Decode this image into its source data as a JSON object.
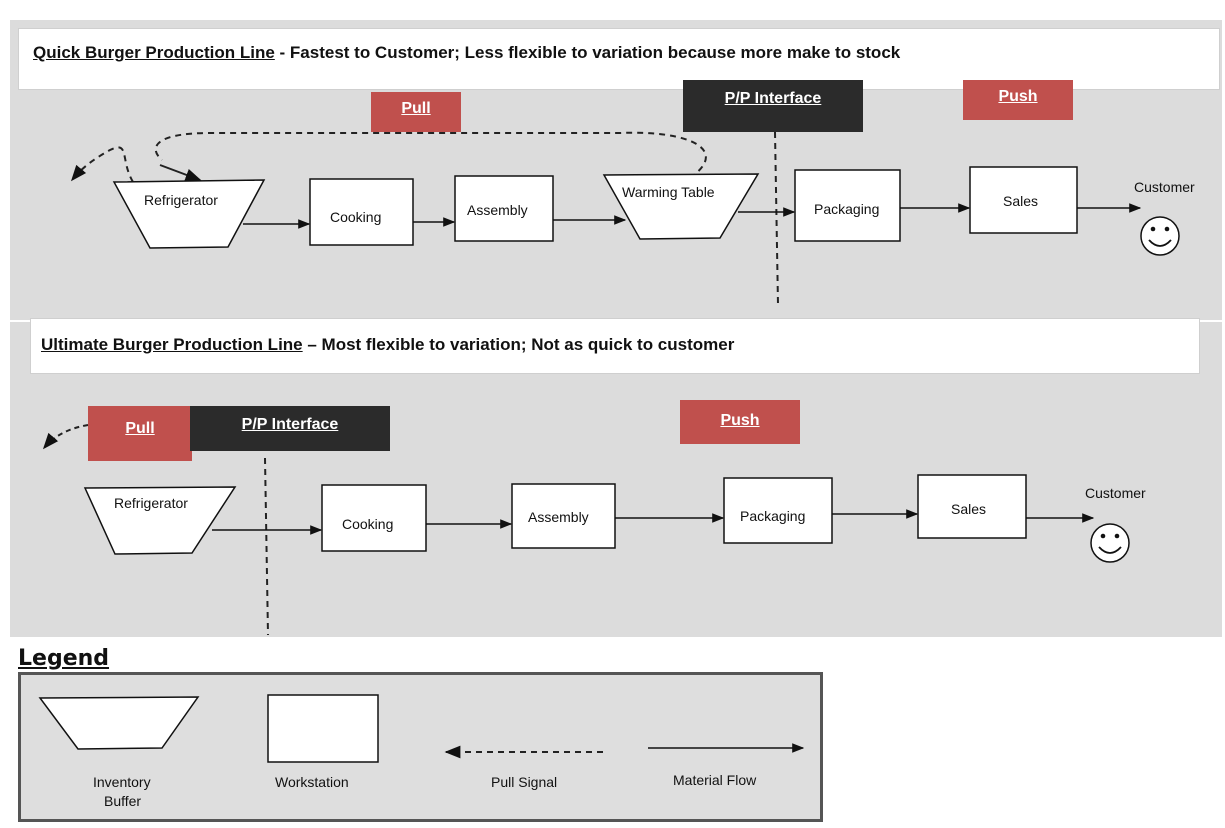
{
  "quick": {
    "title_main": "Quick Burger Production Line",
    "title_rest": " - Fastest to Customer; Less flexible to variation because more make to stock",
    "pull_label": "Pull",
    "pp_label": "P/P Interface",
    "push_label": "Push",
    "nodes": {
      "refrigerator": "Refrigerator",
      "cooking": "Cooking",
      "assembly": "Assembly",
      "warming": "Warming Table",
      "packaging": "Packaging",
      "sales": "Sales",
      "customer": "Customer"
    }
  },
  "ultimate": {
    "title_main": "Ultimate Burger Production Line",
    "title_rest": " – Most flexible to variation; Not as quick to customer",
    "pull_label": "Pull",
    "pp_label": "P/P Interface",
    "push_label": "Push",
    "nodes": {
      "refrigerator": "Refrigerator",
      "cooking": "Cooking",
      "assembly": "Assembly",
      "packaging": "Packaging",
      "sales": "Sales",
      "customer": "Customer"
    }
  },
  "legend": {
    "title": "Legend",
    "inventory_1": "Inventory",
    "inventory_2": "Buffer",
    "workstation": "Workstation",
    "pull_signal": "Pull Signal",
    "material_flow": "Material Flow"
  },
  "colors": {
    "tag_red": "#c0504d",
    "tag_dark": "#2b2b2b",
    "panel_gray": "#dcdcdc"
  }
}
